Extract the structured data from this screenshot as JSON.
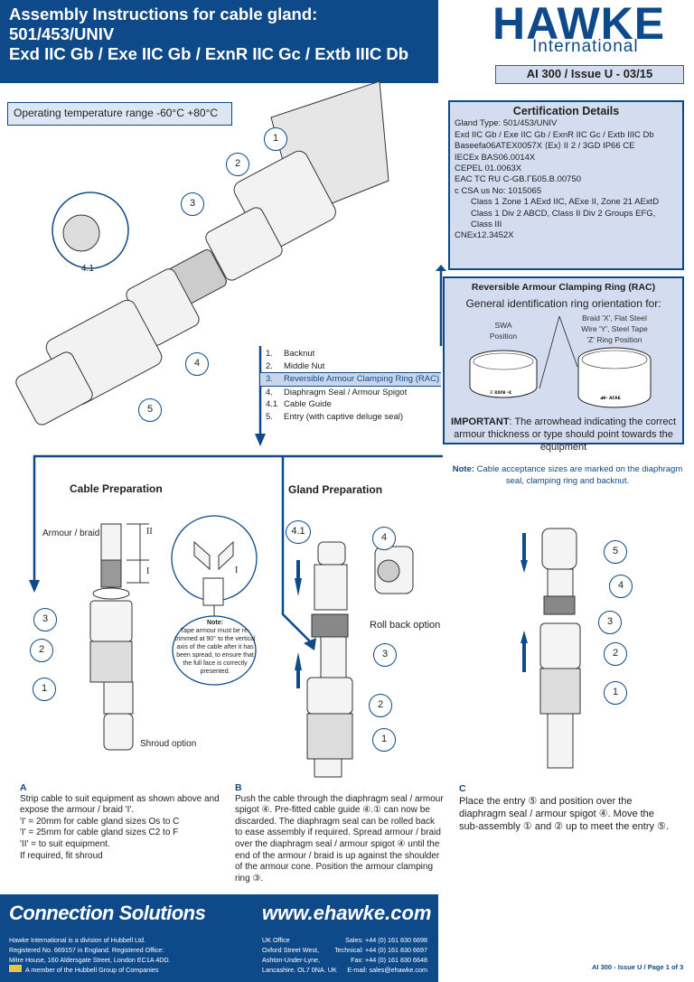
{
  "header": {
    "title_lines": [
      "Assembly Instructions for cable gland:",
      "501/453/UNIV",
      "Exd IIC Gb / Exe IIC Gb / ExnR IIC Gc / Extb IIIC Db"
    ],
    "logo": "HAWKE International",
    "doc_id": "AI 300 / Issue U - 03/15"
  },
  "temperature": "Operating temperature range  -60°C +80°C",
  "certification": {
    "title": "Certification Details",
    "lines": [
      "Gland Type: 501/453/UNIV",
      "Exd IIC Gb / Exe IIC Gb / ExnR IIC Gc / Extb IIIC Db",
      "Baseefa06ATEX0057X ⟨Ex⟩ II 2 / 3GD IP66 CE",
      "IECEx BAS06.0014X",
      "CEPEL 01.0063X",
      "EAC TC RU C-GB.ГБ05.B.00750",
      "c CSA us No: 1015065"
    ],
    "indented": [
      "Class 1 Zone 1 AExd IIC, AExe II, Zone 21 AExtD",
      "Class 1 Div 2 ABCD, Class II Div 2 Groups EFG, Class III"
    ],
    "last": "CNEx12.3452X"
  },
  "rac": {
    "title": "Reversible Armour Clamping Ring (RAC)",
    "subtitle": "General identification ring orientation for:",
    "swa": "SWA Position",
    "braid": "Braid 'X', Flat Steel Wire 'Y', Steel Tape 'Z' Ring Position",
    "important_label": "IMPORTANT",
    "important_text": ": The arrowhead indicating the correct armour thickness or type should point towards the equipment"
  },
  "note": {
    "label": "Note:",
    "text": " Cable acceptance sizes are marked on the diaphragm seal, clamping ring and backnut."
  },
  "legend": [
    {
      "n": "1.",
      "t": "Backnut"
    },
    {
      "n": "2.",
      "t": "Middle Nut"
    },
    {
      "n": "3.",
      "t": "Reversible Armour Clamping Ring (RAC)"
    },
    {
      "n": "4.",
      "t": "Diaphragm Seal / Armour Spigot"
    },
    {
      "n": "4.1",
      "t": "Cable Guide"
    },
    {
      "n": "5.",
      "t": "Entry (with captive deluge seal)"
    }
  ],
  "sections": {
    "cable": "Cable Preparation",
    "gland": "Gland Preparation"
  },
  "labels": {
    "armour": "Armour / braid",
    "shroud": "Shroud option",
    "rollback": "Roll back option",
    "II": "II",
    "I": "I",
    "detail": "4.1"
  },
  "tape_note": {
    "label": "Note:",
    "text": "Tape armour must be re-trimmed at 90° to the vertical axis of the cable after it has been spread, to ensure that the full face is correctly presented."
  },
  "steps": {
    "A": {
      "label": "A",
      "lines": [
        "Strip cable to suit equipment as shown above and expose the armour / braid 'I'.",
        "'I' = 20mm for cable gland sizes Os to C",
        "'I' = 25mm for cable gland sizes C2 to F",
        "'II' = to suit equipment.",
        "If required, fit shroud"
      ]
    },
    "B": {
      "label": "B",
      "text": "Push the cable through the diaphragm seal  / armour spigot ④. Pre-fitted cable guide ④.① can now be discarded. The diaphragm seal can be rolled back to ease assembly if required. Spread armour / braid over the diaphragm seal / armour spigot ④ until the end of the armour / braid is up against the shoulder of the armour cone. Position the armour clamping ring ③."
    },
    "C": {
      "label": "C",
      "text": "Place the entry ⑤ and position over the diaphragm seal / armour spigot ④. Move the sub-assembly ① and ② up to meet the  entry ⑤."
    }
  },
  "footer": {
    "slogan": "Connection Solutions",
    "web": "www.ehawke.com",
    "reg": [
      "Hawke International is a division of Hubbell Ltd.",
      "Registered No. 669157 in England.  Registered Office:",
      "Mitre House, 160 Aldersgate Street, London EC1A 4DD.",
      "A member of the Hubbell Group of Companies"
    ],
    "office": [
      "UK Office",
      "Oxford Street West,",
      "Ashton-Under-Lyne,",
      "Lancashire.  OL7 0NA.  UK"
    ],
    "contact": [
      "Sales: +44 (0) 161 830 6698",
      "Technical: +44 (0) 161 830 6697",
      "Fax: +44 (0) 161 830 6648",
      "E-mail: sales@ehawke.com"
    ],
    "page": "AI 300 - Issue U / Page 1 of 3"
  },
  "colors": {
    "brand": "#0e4a8a",
    "panel": "#d3ddef"
  }
}
